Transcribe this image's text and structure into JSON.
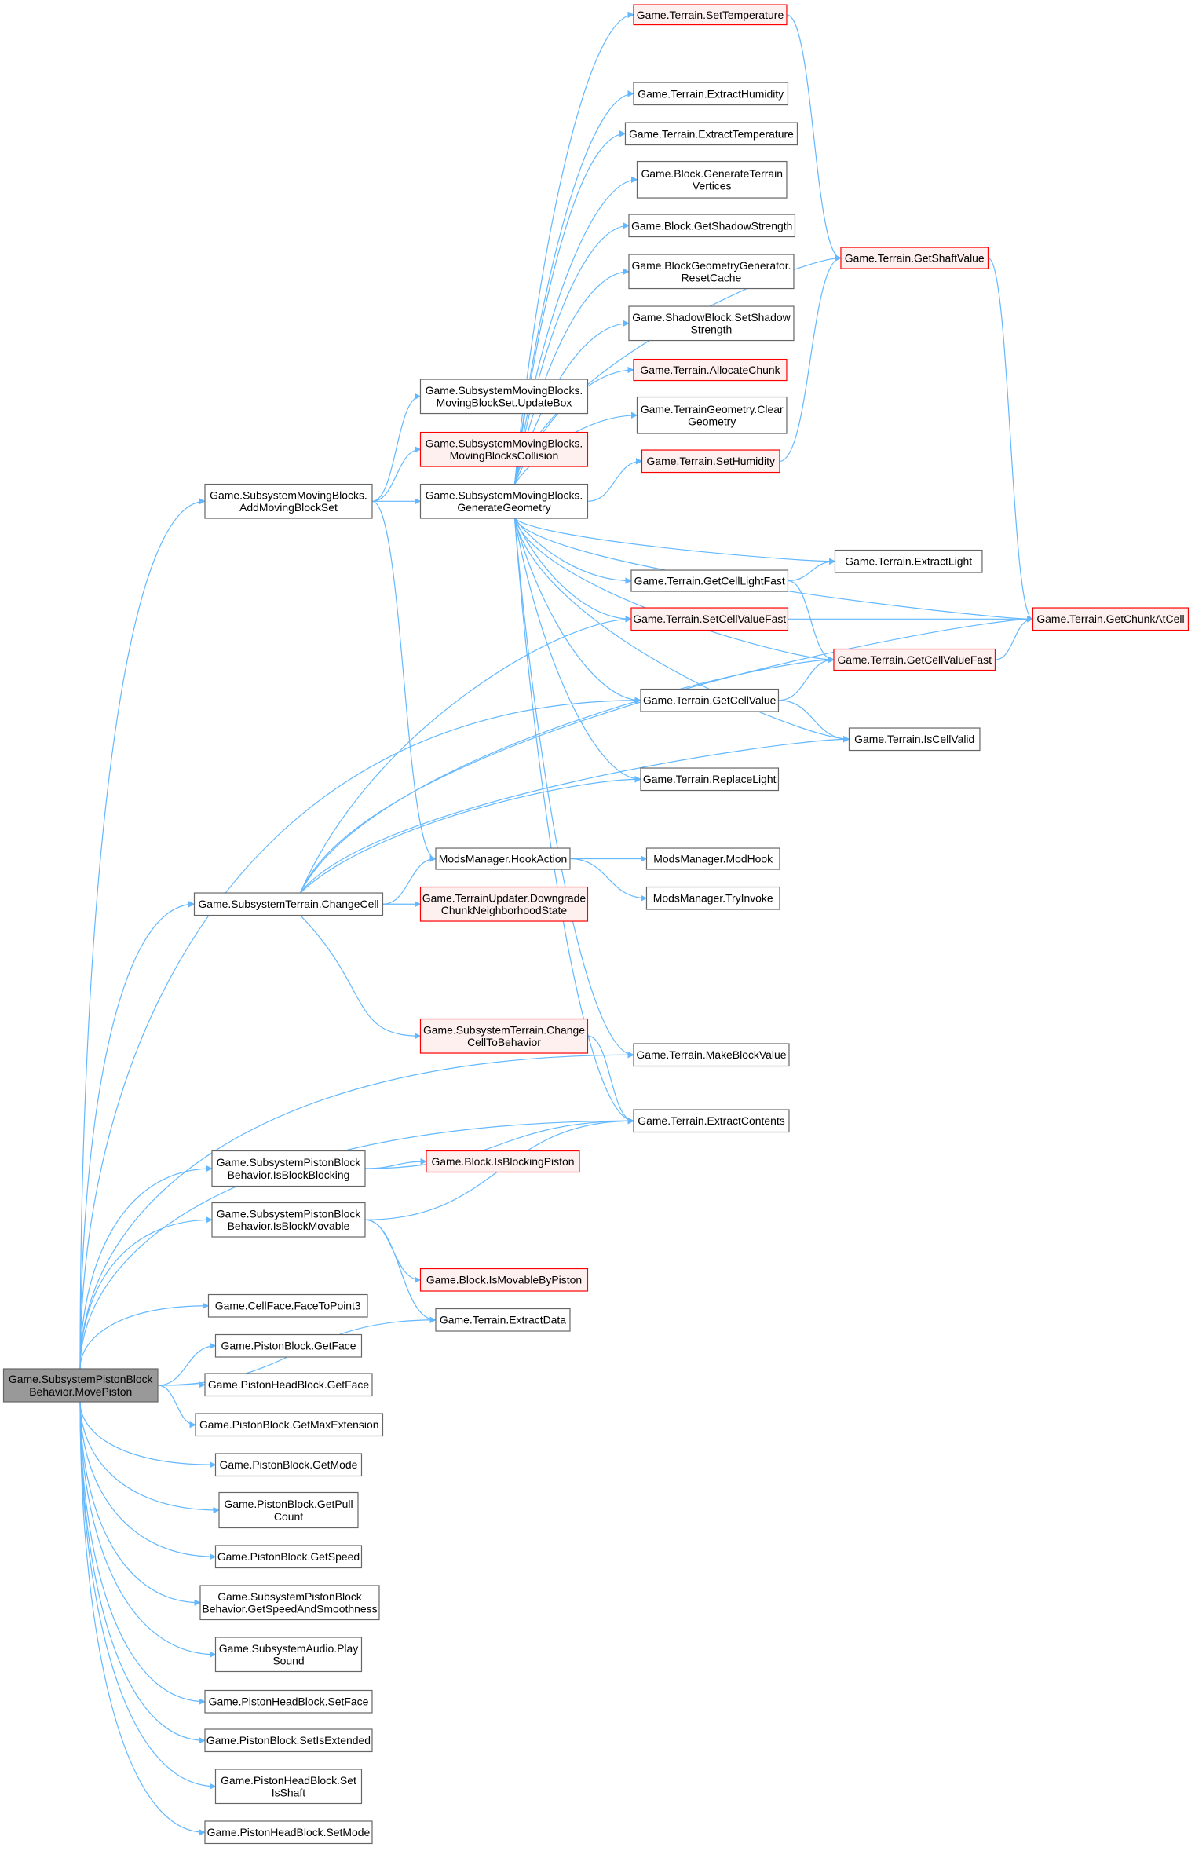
{
  "colors": {
    "edge": "#63b8ff",
    "red_border": "#ff0000",
    "red_fill": "#fff0f0",
    "root_fill": "#999999",
    "border": "#666666"
  },
  "nodes": [
    {
      "id": "settemp",
      "lines": [
        "Game.Terrain.SetTemperature"
      ],
      "style": "red"
    },
    {
      "id": "exthum",
      "lines": [
        "Game.Terrain.ExtractHumidity"
      ],
      "style": "normal"
    },
    {
      "id": "exttemp",
      "lines": [
        "Game.Terrain.ExtractTemperature"
      ],
      "style": "normal"
    },
    {
      "id": "genverts",
      "lines": [
        "Game.Block.GenerateTerrain",
        "Vertices"
      ],
      "style": "normal"
    },
    {
      "id": "getshadow",
      "lines": [
        "Game.Block.GetShadowStrength"
      ],
      "style": "normal"
    },
    {
      "id": "resetcache",
      "lines": [
        "Game.BlockGeometryGenerator.",
        "ResetCache"
      ],
      "style": "normal"
    },
    {
      "id": "setshadow",
      "lines": [
        "Game.ShadowBlock.SetShadow",
        "Strength"
      ],
      "style": "normal"
    },
    {
      "id": "alloc",
      "lines": [
        "Game.Terrain.AllocateChunk"
      ],
      "style": "red"
    },
    {
      "id": "cleargeo",
      "lines": [
        "Game.TerrainGeometry.Clear",
        "Geometry"
      ],
      "style": "normal"
    },
    {
      "id": "sethum",
      "lines": [
        "Game.Terrain.SetHumidity"
      ],
      "style": "red"
    },
    {
      "id": "shaft",
      "lines": [
        "Game.Terrain.GetShaftValue"
      ],
      "style": "red"
    },
    {
      "id": "updatebox",
      "lines": [
        "Game.SubsystemMovingBlocks.",
        "MovingBlockSet.UpdateBox"
      ],
      "style": "normal"
    },
    {
      "id": "collision",
      "lines": [
        "Game.SubsystemMovingBlocks.",
        "MovingBlocksCollision"
      ],
      "style": "red"
    },
    {
      "id": "addset",
      "lines": [
        "Game.SubsystemMovingBlocks.",
        "AddMovingBlockSet"
      ],
      "style": "normal"
    },
    {
      "id": "gengeo",
      "lines": [
        "Game.SubsystemMovingBlocks.",
        "GenerateGeometry"
      ],
      "style": "normal"
    },
    {
      "id": "extlight",
      "lines": [
        "Game.Terrain.ExtractLight"
      ],
      "style": "normal"
    },
    {
      "id": "lightfast",
      "lines": [
        "Game.Terrain.GetCellLightFast"
      ],
      "style": "normal"
    },
    {
      "id": "setcellfast",
      "lines": [
        "Game.Terrain.SetCellValueFast"
      ],
      "style": "red"
    },
    {
      "id": "chunkat",
      "lines": [
        "Game.Terrain.GetChunkAtCell"
      ],
      "style": "red"
    },
    {
      "id": "getcellfast",
      "lines": [
        "Game.Terrain.GetCellValueFast"
      ],
      "style": "red"
    },
    {
      "id": "getcell",
      "lines": [
        "Game.Terrain.GetCellValue"
      ],
      "style": "normal"
    },
    {
      "id": "valid",
      "lines": [
        "Game.Terrain.IsCellValid"
      ],
      "style": "normal"
    },
    {
      "id": "replight",
      "lines": [
        "Game.Terrain.ReplaceLight"
      ],
      "style": "normal"
    },
    {
      "id": "hook",
      "lines": [
        "ModsManager.HookAction"
      ],
      "style": "normal"
    },
    {
      "id": "modhook",
      "lines": [
        "ModsManager.ModHook"
      ],
      "style": "normal"
    },
    {
      "id": "tryinv",
      "lines": [
        "ModsManager.TryInvoke"
      ],
      "style": "normal"
    },
    {
      "id": "changecell",
      "lines": [
        "Game.SubsystemTerrain.ChangeCell"
      ],
      "style": "normal"
    },
    {
      "id": "downgrade",
      "lines": [
        "Game.TerrainUpdater.Downgrade",
        "ChunkNeighborhoodState"
      ],
      "style": "red"
    },
    {
      "id": "tobehavior",
      "lines": [
        "Game.SubsystemTerrain.Change",
        "CellToBehavior"
      ],
      "style": "red"
    },
    {
      "id": "makeval",
      "lines": [
        "Game.Terrain.MakeBlockValue"
      ],
      "style": "normal"
    },
    {
      "id": "extcont",
      "lines": [
        "Game.Terrain.ExtractContents"
      ],
      "style": "normal"
    },
    {
      "id": "isblocking",
      "lines": [
        "Game.SubsystemPistonBlock",
        "Behavior.IsBlockBlocking"
      ],
      "style": "normal"
    },
    {
      "id": "blockingpiston",
      "lines": [
        "Game.Block.IsBlockingPiston"
      ],
      "style": "red"
    },
    {
      "id": "ismovable",
      "lines": [
        "Game.SubsystemPistonBlock",
        "Behavior.IsBlockMovable"
      ],
      "style": "normal"
    },
    {
      "id": "movablepiston",
      "lines": [
        "Game.Block.IsMovableByPiston"
      ],
      "style": "red"
    },
    {
      "id": "extdata",
      "lines": [
        "Game.Terrain.ExtractData"
      ],
      "style": "normal"
    },
    {
      "id": "facetopt",
      "lines": [
        "Game.CellFace.FaceToPoint3"
      ],
      "style": "normal"
    },
    {
      "id": "pbgetface",
      "lines": [
        "Game.PistonBlock.GetFace"
      ],
      "style": "normal"
    },
    {
      "id": "phgetface",
      "lines": [
        "Game.PistonHeadBlock.GetFace"
      ],
      "style": "normal"
    },
    {
      "id": "maxext",
      "lines": [
        "Game.PistonBlock.GetMaxExtension"
      ],
      "style": "normal"
    },
    {
      "id": "getmode",
      "lines": [
        "Game.PistonBlock.GetMode"
      ],
      "style": "normal"
    },
    {
      "id": "pullcount",
      "lines": [
        "Game.PistonBlock.GetPull",
        "Count"
      ],
      "style": "normal"
    },
    {
      "id": "getspeed",
      "lines": [
        "Game.PistonBlock.GetSpeed"
      ],
      "style": "normal"
    },
    {
      "id": "speedsmooth",
      "lines": [
        "Game.SubsystemPistonBlock",
        "Behavior.GetSpeedAndSmoothness"
      ],
      "style": "normal"
    },
    {
      "id": "playsound",
      "lines": [
        "Game.SubsystemAudio.Play",
        "Sound"
      ],
      "style": "normal"
    },
    {
      "id": "phsetface",
      "lines": [
        "Game.PistonHeadBlock.SetFace"
      ],
      "style": "normal"
    },
    {
      "id": "setext",
      "lines": [
        "Game.PistonBlock.SetIsExtended"
      ],
      "style": "normal"
    },
    {
      "id": "setshaft",
      "lines": [
        "Game.PistonHeadBlock.Set",
        "IsShaft"
      ],
      "style": "normal"
    },
    {
      "id": "setmode",
      "lines": [
        "Game.PistonHeadBlock.SetMode"
      ],
      "style": "normal"
    },
    {
      "id": "movepiston",
      "lines": [
        "Game.SubsystemPistonBlock",
        "Behavior.MovePiston"
      ],
      "style": "root"
    }
  ],
  "edges": [
    [
      "movepiston",
      "addset"
    ],
    [
      "movepiston",
      "changecell"
    ],
    [
      "movepiston",
      "getcell"
    ],
    [
      "movepiston",
      "makeval"
    ],
    [
      "movepiston",
      "extcont"
    ],
    [
      "movepiston",
      "isblocking"
    ],
    [
      "movepiston",
      "ismovable"
    ],
    [
      "movepiston",
      "extdata"
    ],
    [
      "movepiston",
      "facetopt"
    ],
    [
      "movepiston",
      "pbgetface"
    ],
    [
      "movepiston",
      "phgetface"
    ],
    [
      "movepiston",
      "maxext"
    ],
    [
      "movepiston",
      "getmode"
    ],
    [
      "movepiston",
      "pullcount"
    ],
    [
      "movepiston",
      "getspeed"
    ],
    [
      "movepiston",
      "speedsmooth"
    ],
    [
      "movepiston",
      "playsound"
    ],
    [
      "movepiston",
      "phsetface"
    ],
    [
      "movepiston",
      "setext"
    ],
    [
      "movepiston",
      "setshaft"
    ],
    [
      "movepiston",
      "setmode"
    ],
    [
      "addset",
      "updatebox"
    ],
    [
      "addset",
      "collision"
    ],
    [
      "addset",
      "gengeo"
    ],
    [
      "addset",
      "hook"
    ],
    [
      "gengeo",
      "settemp"
    ],
    [
      "gengeo",
      "exthum"
    ],
    [
      "gengeo",
      "exttemp"
    ],
    [
      "gengeo",
      "genverts"
    ],
    [
      "gengeo",
      "getshadow"
    ],
    [
      "gengeo",
      "resetcache"
    ],
    [
      "gengeo",
      "setshadow"
    ],
    [
      "gengeo",
      "alloc"
    ],
    [
      "gengeo",
      "cleargeo"
    ],
    [
      "gengeo",
      "sethum"
    ],
    [
      "gengeo",
      "shaft"
    ],
    [
      "gengeo",
      "extlight"
    ],
    [
      "gengeo",
      "lightfast"
    ],
    [
      "gengeo",
      "setcellfast"
    ],
    [
      "gengeo",
      "chunkat"
    ],
    [
      "gengeo",
      "getcellfast"
    ],
    [
      "gengeo",
      "getcell"
    ],
    [
      "gengeo",
      "valid"
    ],
    [
      "gengeo",
      "replight"
    ],
    [
      "gengeo",
      "makeval"
    ],
    [
      "gengeo",
      "extcont"
    ],
    [
      "settemp",
      "shaft"
    ],
    [
      "sethum",
      "shaft"
    ],
    [
      "shaft",
      "chunkat"
    ],
    [
      "lightfast",
      "extlight"
    ],
    [
      "lightfast",
      "getcellfast"
    ],
    [
      "setcellfast",
      "chunkat"
    ],
    [
      "getcellfast",
      "chunkat"
    ],
    [
      "getcell",
      "getcellfast"
    ],
    [
      "getcell",
      "valid"
    ],
    [
      "hook",
      "modhook"
    ],
    [
      "hook",
      "tryinv"
    ],
    [
      "changecell",
      "setcellfast"
    ],
    [
      "changecell",
      "getcellfast"
    ],
    [
      "changecell",
      "replight"
    ],
    [
      "changecell",
      "hook"
    ],
    [
      "changecell",
      "downgrade"
    ],
    [
      "changecell",
      "valid"
    ],
    [
      "changecell",
      "chunkat"
    ],
    [
      "changecell",
      "tobehavior"
    ],
    [
      "tobehavior",
      "extcont"
    ],
    [
      "isblocking",
      "blockingpiston"
    ],
    [
      "isblocking",
      "extcont"
    ],
    [
      "ismovable",
      "movablepiston"
    ],
    [
      "ismovable",
      "extcont"
    ],
    [
      "ismovable",
      "extdata"
    ]
  ]
}
